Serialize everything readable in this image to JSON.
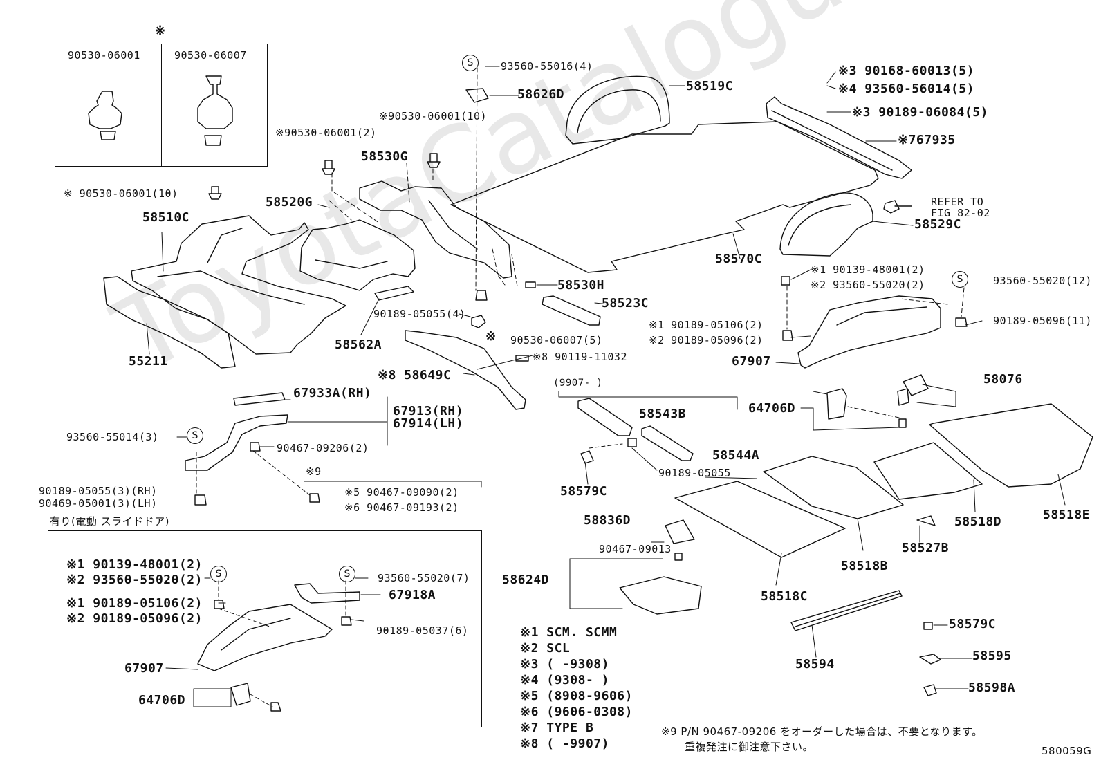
{
  "watermark": "ToyotaCatalogue.ru",
  "supersession_box": {
    "mark": "※",
    "left_part": "90530-06001",
    "right_part": "90530-06007"
  },
  "labels": {
    "p93560_55016": "93560-55016(4)",
    "p58626D": "58626D",
    "p58519C": "58519C",
    "s90168": "※3 90168-60013(5)",
    "s93560_56014": "※4 93560-56014(5)",
    "s90189_06084": "※3 90189-06084(5)",
    "s767935": "※767935",
    "refer": "REFER TO",
    "fig": "FIG 82-02",
    "p58529C": "58529C",
    "p58570C": "58570C",
    "s90530_10a": "※90530-06001(10)",
    "s90530_2": "※90530-06001(2)",
    "p58530G": "58530G",
    "s90530_10b": "※ 90530-06001(10)",
    "p58520G": "58520G",
    "p58510C": "58510C",
    "p58530H": "58530H",
    "p58523C": "58523C",
    "p90189_05055_4": "90189-05055(4)",
    "p58562A": "58562A",
    "p55211": "55211",
    "star": "※",
    "p90530_06007_5": "90530-06007(5)",
    "s8_90119": "※8 90119-11032",
    "s8_58649C": "※8 58649C",
    "s1_90139_r": "※1 90139-48001(2)",
    "s2_93560_r": "※2 93560-55020(2)",
    "p93560_55020_12": "93560-55020(12)",
    "p90189_05096_11": "90189-05096(11)",
    "s1_90189_05106_r": "※1 90189-05106(2)",
    "s2_90189_05096_r": "※2 90189-05096(2)",
    "p67907_r": "67907",
    "p58076": "58076",
    "p64706D_r": "64706D",
    "p67933A": "67933A(RH)",
    "p67913": "67913(RH)",
    "p67914": "67914(LH)",
    "p93560_55014": "93560-55014(3)",
    "p90467_09206": "90467-09206(2)",
    "s9": "※9",
    "s5_90467": "※5 90467-09090(2)",
    "s6_90467": "※6 90467-09193(2)",
    "p90189_05055_3": "90189-05055(3)(RH)",
    "p90469_05001_3": "90469-05001(3)(LH)",
    "date_range": "(9907-        )",
    "p58543B": "58543B",
    "p58544A": "58544A",
    "p90189_05055": "90189-05055",
    "p58579C_a": "58579C",
    "p58518E": "58518E",
    "p58518D": "58518D",
    "p58527B": "58527B",
    "p58518B": "58518B",
    "p58518C": "58518C",
    "p58836D": "58836D",
    "p90467_09013": "90467-09013",
    "p58624D": "58624D",
    "p58579C_b": "58579C",
    "p58595": "58595",
    "p58598A": "58598A",
    "p58594": "58594",
    "elec_title": "有り(電動 スライドドア)",
    "e_s1_90139": "※1 90139-48001(2)",
    "e_s2_93560": "※2 93560-55020(2)",
    "e_93560_55020_7": "93560-55020(7)",
    "e_s1_90189": "※1 90189-05106(2)",
    "e_s2_90189": "※2 90189-05096(2)",
    "e_67918A": "67918A",
    "e_90189_05037": "90189-05037(6)",
    "e_67907": "67907",
    "e_64706D": "64706D",
    "s_circle": "S",
    "diagram_code": "580059G"
  },
  "notes": [
    "※1 SCM. SCMM",
    "※2 SCL",
    "※3 (      -9308)",
    "※4 (9308-      )",
    "※5 (8908-9606)",
    "※6 (9606-0308)",
    "※7 TYPE B",
    "※8 (      -9907)"
  ],
  "note9": {
    "line1": "※9 P/N 90467-09206 をオーダーした場合は、不要となります。",
    "line2": "重複発注に御注意下さい。"
  }
}
